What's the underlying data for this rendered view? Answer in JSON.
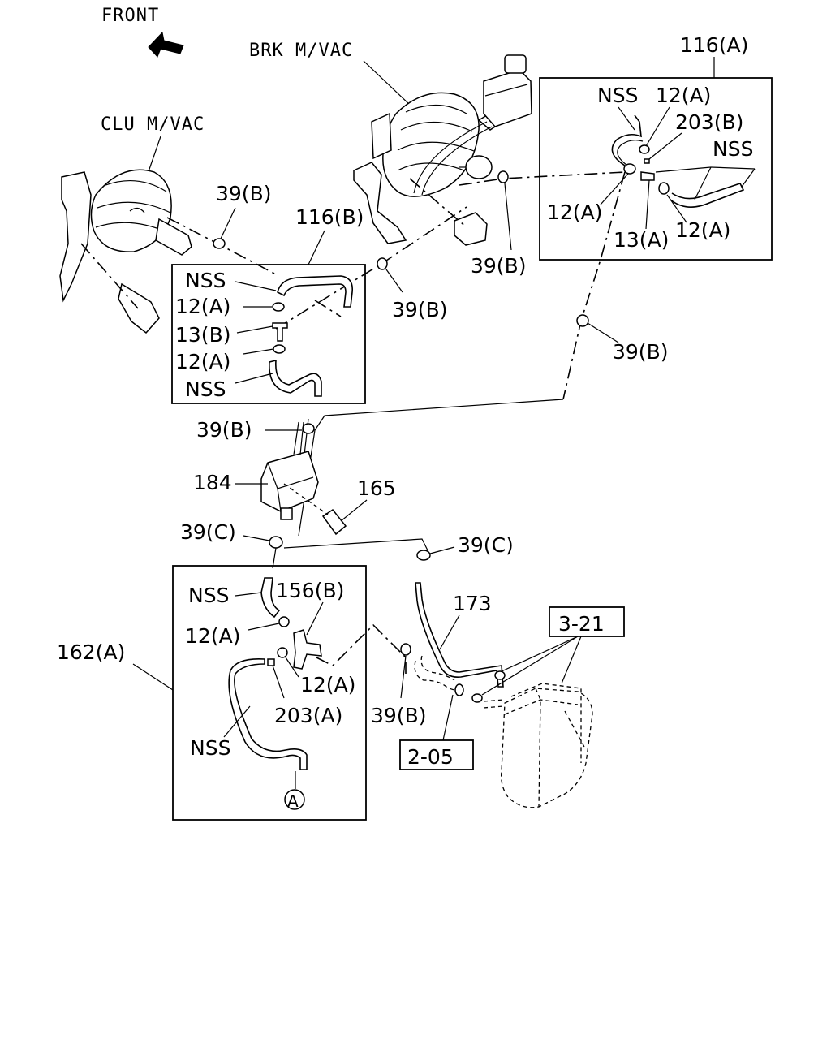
{
  "labels": {
    "front": "FRONT",
    "brk_mvac": "BRK M/VAC",
    "clu_mvac": "CLU M/VAC",
    "l116a": "116(A)",
    "l116b": "116(B)",
    "l162a": "162(A)",
    "nss": "NSS",
    "l12a": "12(A)",
    "l13a": "13(A)",
    "l13b": "13(B)",
    "l203a": "203(A)",
    "l203b": "203(B)",
    "l39b": "39(B)",
    "l39c": "39(C)",
    "l184": "184",
    "l165": "165",
    "l173": "173",
    "l156b": "156(B)",
    "ref_3_21": "3-21",
    "ref_2_05": "2-05",
    "circle_a": "A"
  }
}
